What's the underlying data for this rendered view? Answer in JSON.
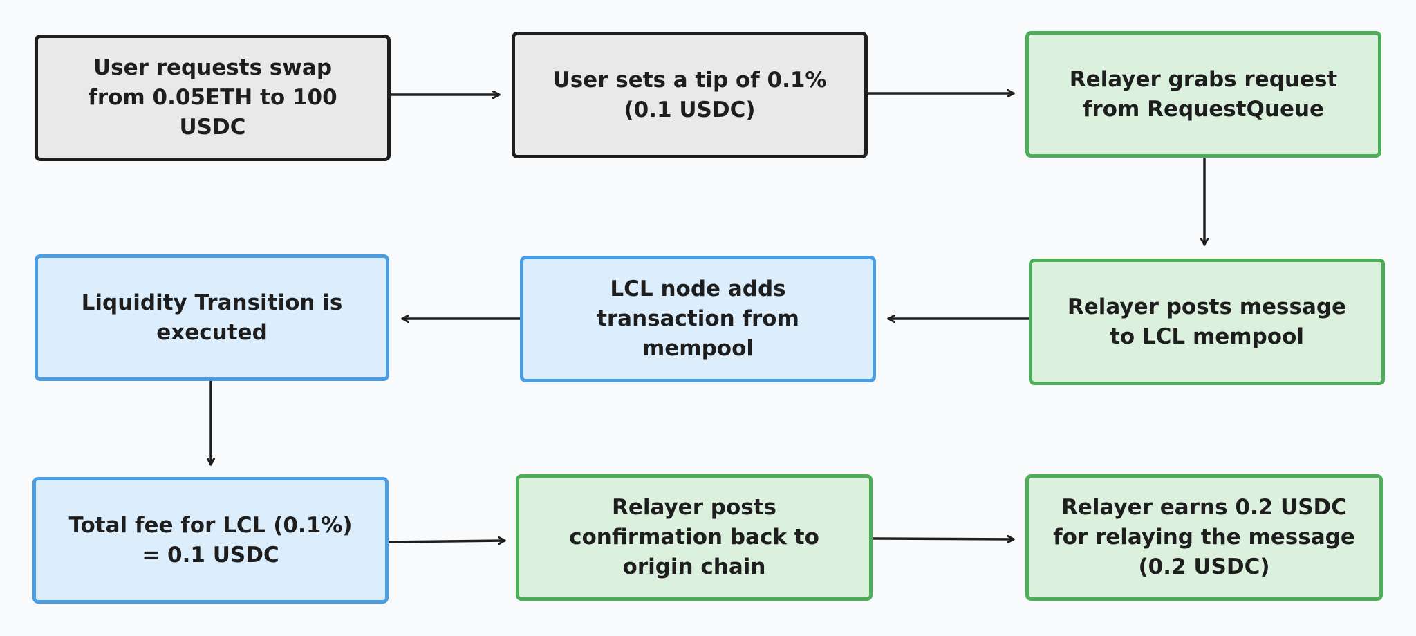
{
  "nodes": [
    {
      "id": "n1",
      "text": "User requests swap from 0.05ETH to 100 USDC"
    },
    {
      "id": "n2",
      "text": "User sets a tip of 0.1% (0.1 USDC)"
    },
    {
      "id": "n3",
      "text": "Relayer grabs request from RequestQueue"
    },
    {
      "id": "n4",
      "text": "Liquidity Transition is executed"
    },
    {
      "id": "n5",
      "text": "LCL node adds transaction from mempool"
    },
    {
      "id": "n6",
      "text": "Relayer posts message to LCL mempool"
    },
    {
      "id": "n7",
      "text": "Total fee for LCL (0.1%) = 0.1 USDC"
    },
    {
      "id": "n8",
      "text": "Relayer posts confirmation back to origin chain"
    },
    {
      "id": "n9",
      "text": "Relayer earns 0.2 USDC for relaying the message (0.2 USDC)"
    }
  ],
  "colors": {
    "gray_fill": "#e9e9e9",
    "gray_stroke": "#1e1e1e",
    "green_fill": "#dcf0de",
    "green_stroke": "#4caf58",
    "blue_fill": "#dcedfb",
    "blue_stroke": "#4a9de3",
    "arrow": "#1e1e1e"
  }
}
